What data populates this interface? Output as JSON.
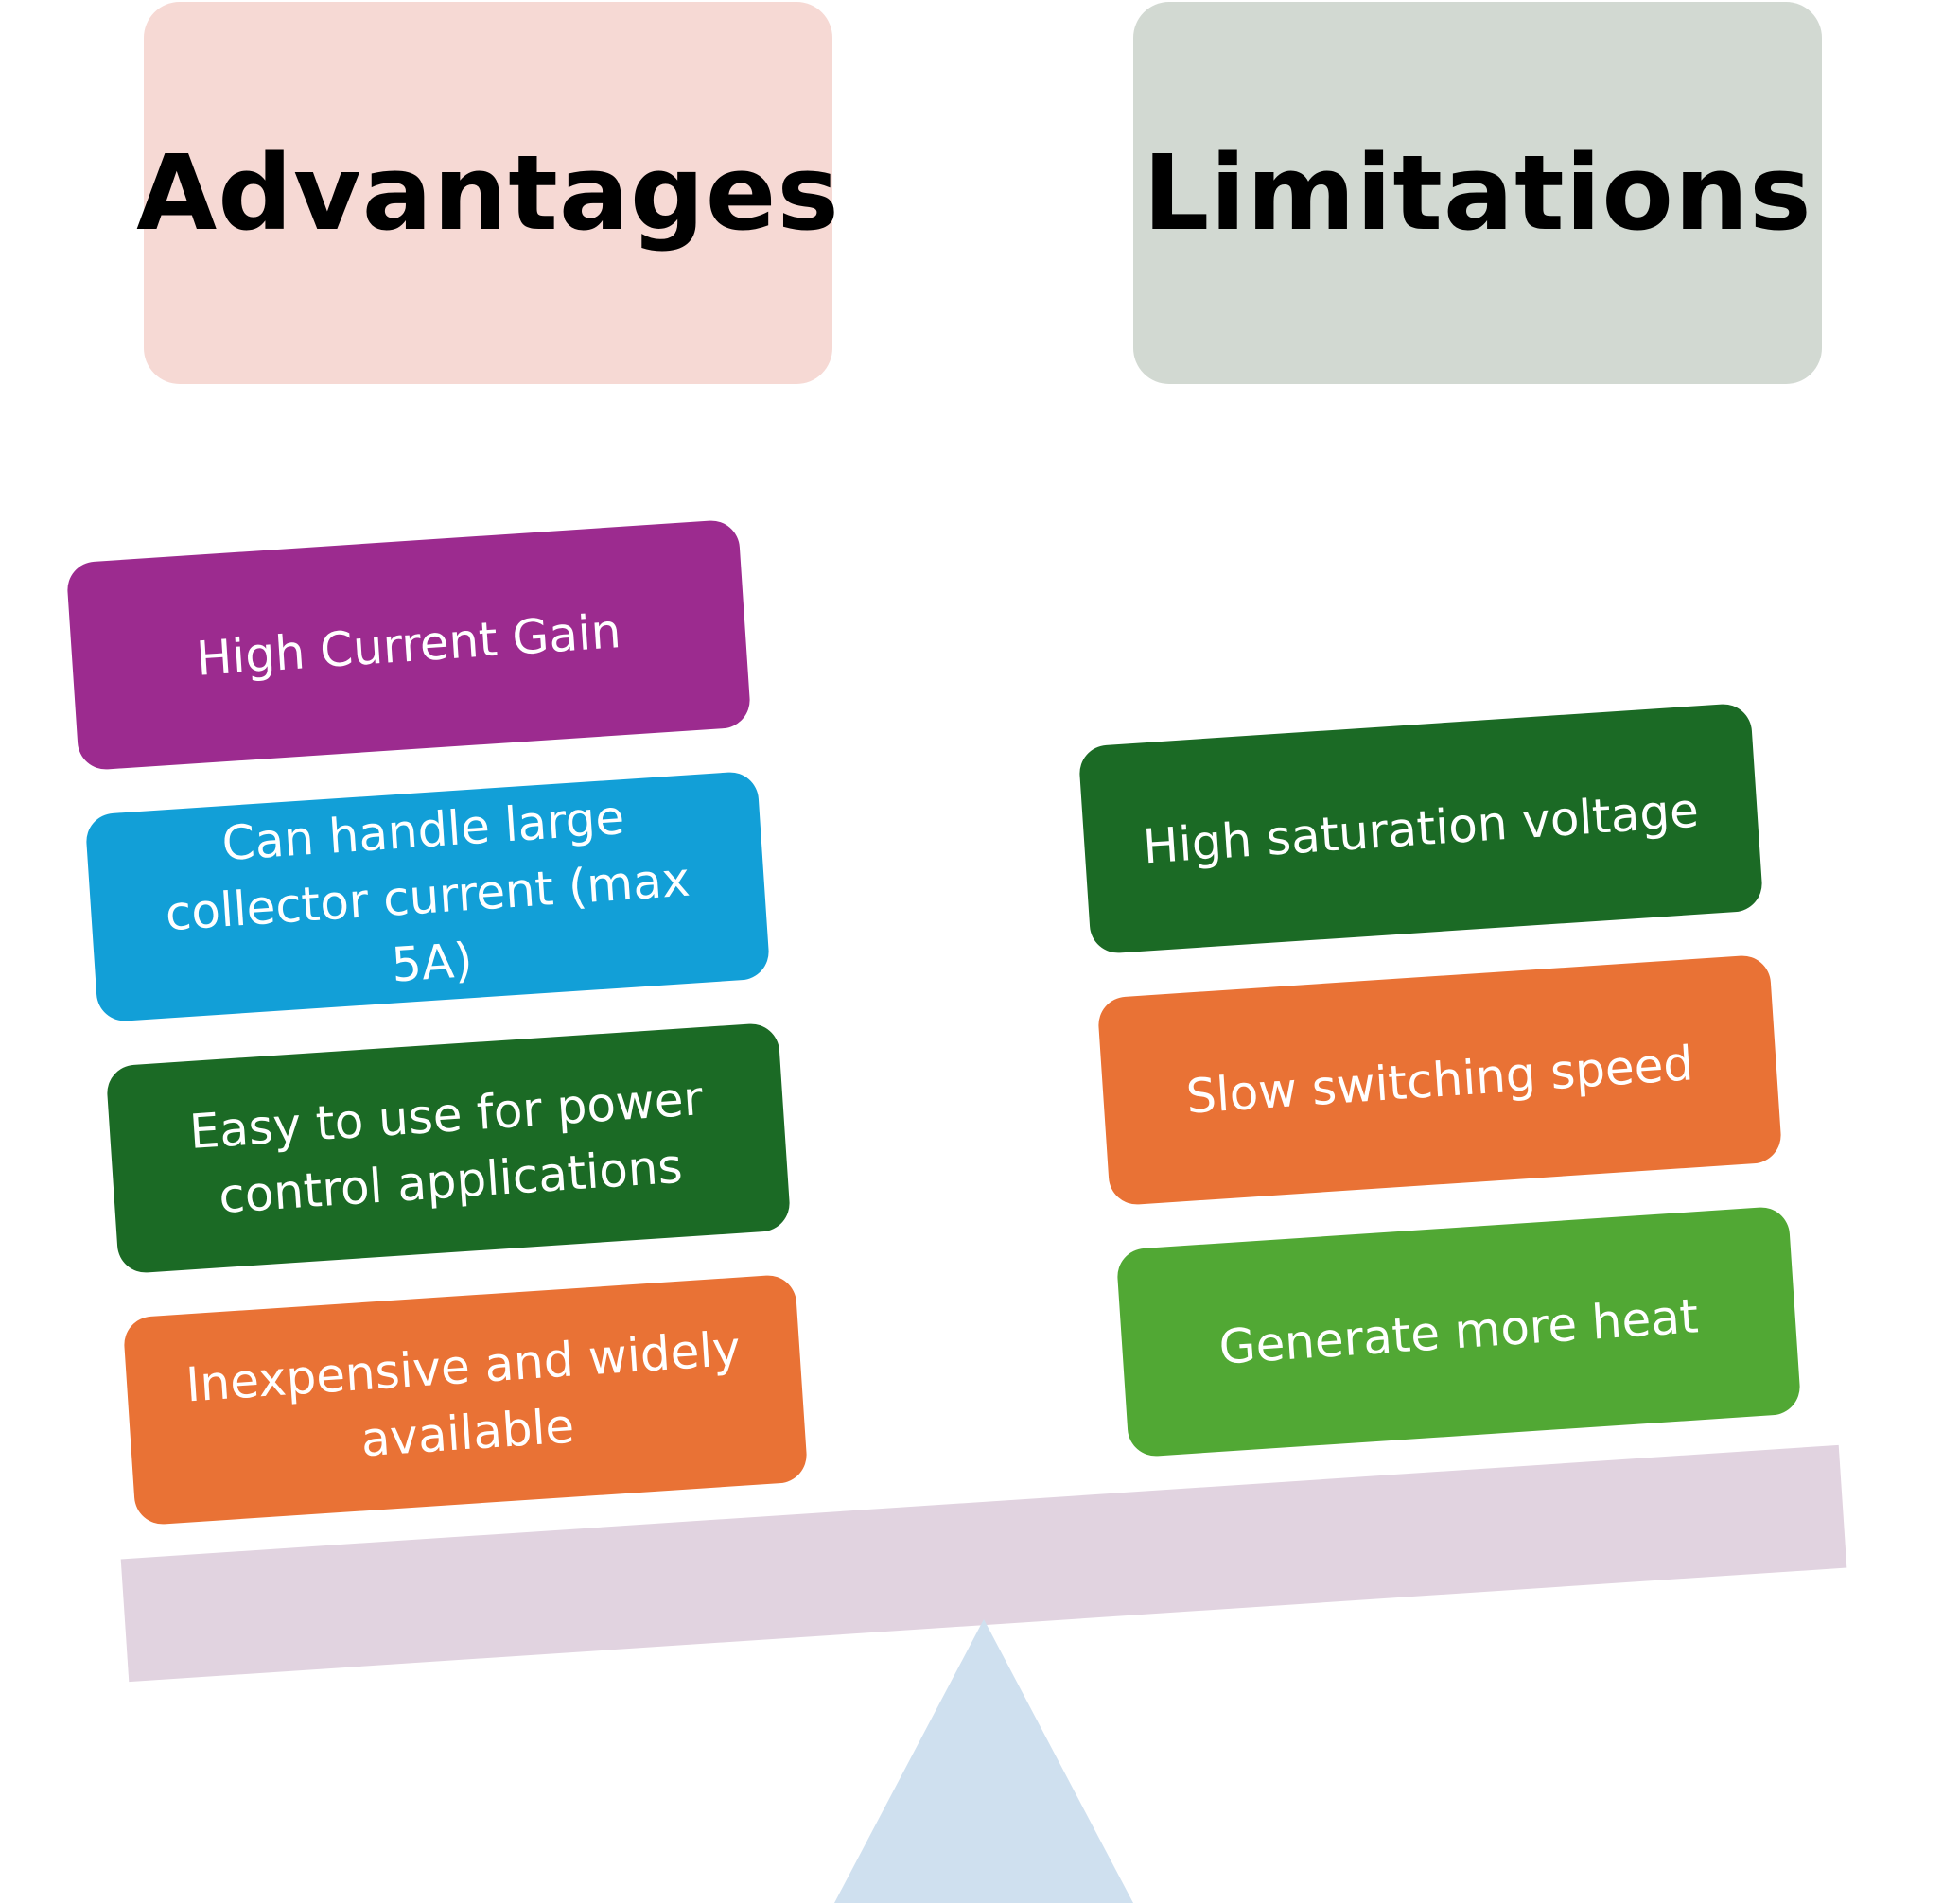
{
  "advantages": {
    "title": "Advantages",
    "color": "#f6d9d4",
    "items": [
      {
        "text": "High Current Gain",
        "color": "#9c2b8f"
      },
      {
        "text": "Can handle large collector current (max 5A)",
        "color": "#129fd7"
      },
      {
        "text": "Easy to use for power control applications",
        "color": "#1b6a25"
      },
      {
        "text": "Inexpensive and widely available",
        "color": "#e97235"
      }
    ]
  },
  "limitations": {
    "title": "Limitations",
    "color": "#d2d9d2",
    "items": [
      {
        "text": "High saturation voltage",
        "color": "#1b6a25"
      },
      {
        "text": "Slow switching speed",
        "color": "#e97235"
      },
      {
        "text": "Generate more heat",
        "color": "#51a834"
      }
    ]
  },
  "beam_color": "#e1d3e0",
  "fulcrum_color": "#cfe0ef"
}
